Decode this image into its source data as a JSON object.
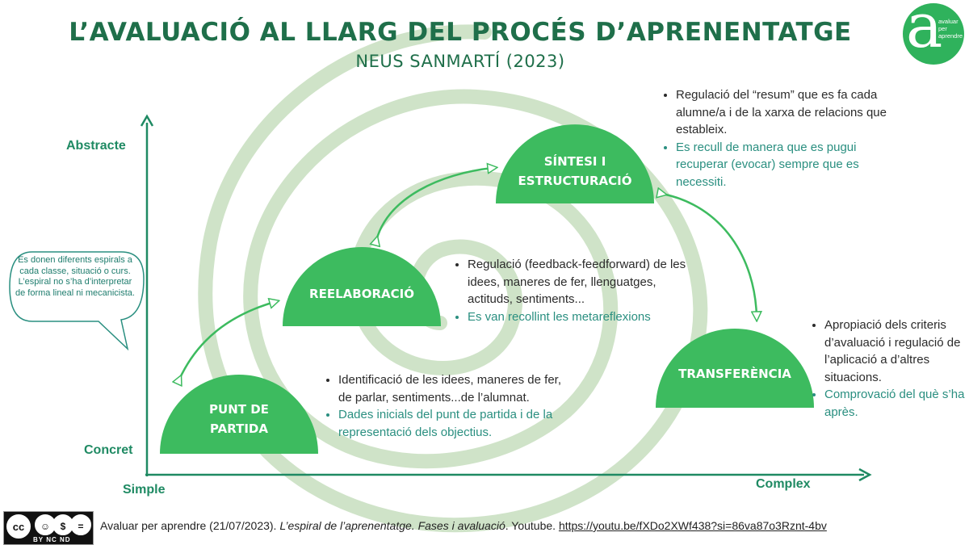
{
  "title": "L’AVALUACIÓ AL LLARG DEL PROCÉS D’APRENENTATGE",
  "subtitle": "NEUS SANMARTÍ (2023)",
  "logo": {
    "letter": "a",
    "line1": "avaluar",
    "line2": "per",
    "line3": "aprendre"
  },
  "axes": {
    "y_top": "Abstracte",
    "y_bottom": "Concret",
    "x_left": "Simple",
    "x_right": "Complex"
  },
  "bubble": "Es donen diferents espirals a cada classe, situació o curs. L’espiral no s’ha d’interpretar de forma lineal ni mecanicista.",
  "phases": [
    {
      "line1": "PUNT DE",
      "line2": "PARTIDA",
      "notes": [
        "Identificació de les idees, maneres de fer, de parlar, sentiments...de l’alumnat.",
        "Dades inicials del punt de partida i de la representació dels objectius."
      ]
    },
    {
      "line1": "REELABORACIÓ",
      "line2": "",
      "notes": [
        "Regulació (feedback-feedforward) de les idees, maneres de fer, llenguatges, actituds, sentiments...",
        "Es van recollint les metareflexions"
      ]
    },
    {
      "line1": "SÍNTESI  I",
      "line2": "ESTRUCTURACIÓ",
      "notes": [
        "Regulació del “resum” que es fa cada alumne/a i de la xarxa de relacions que estableix.",
        "Es recull de manera que es pugui recuperar (evocar) sempre que es necessiti."
      ]
    },
    {
      "line1": "TRANSFERÈNCIA",
      "line2": "",
      "notes": [
        "Apropiació dels criteris d’avaluació i regulació de l’aplicació a d’altres situacions.",
        "Comprovació del què s’ha après."
      ]
    }
  ],
  "license": {
    "tags": "BY  NC  ND"
  },
  "citation": {
    "prefix": "Avaluar per aprendre (21/07/2023).  ",
    "title": "L’espiral de l’aprenentatge. Fases i avaluació",
    "suffix": ". Youtube. ",
    "link": "https://youtu.be/fXDo2XWf438?si=86va87o3Rznt-4bv"
  },
  "colors": {
    "green": "#3dbb5f",
    "spiral": "#cfe3c8",
    "dark": "#1f6f4a",
    "teal": "#2a8f80"
  }
}
